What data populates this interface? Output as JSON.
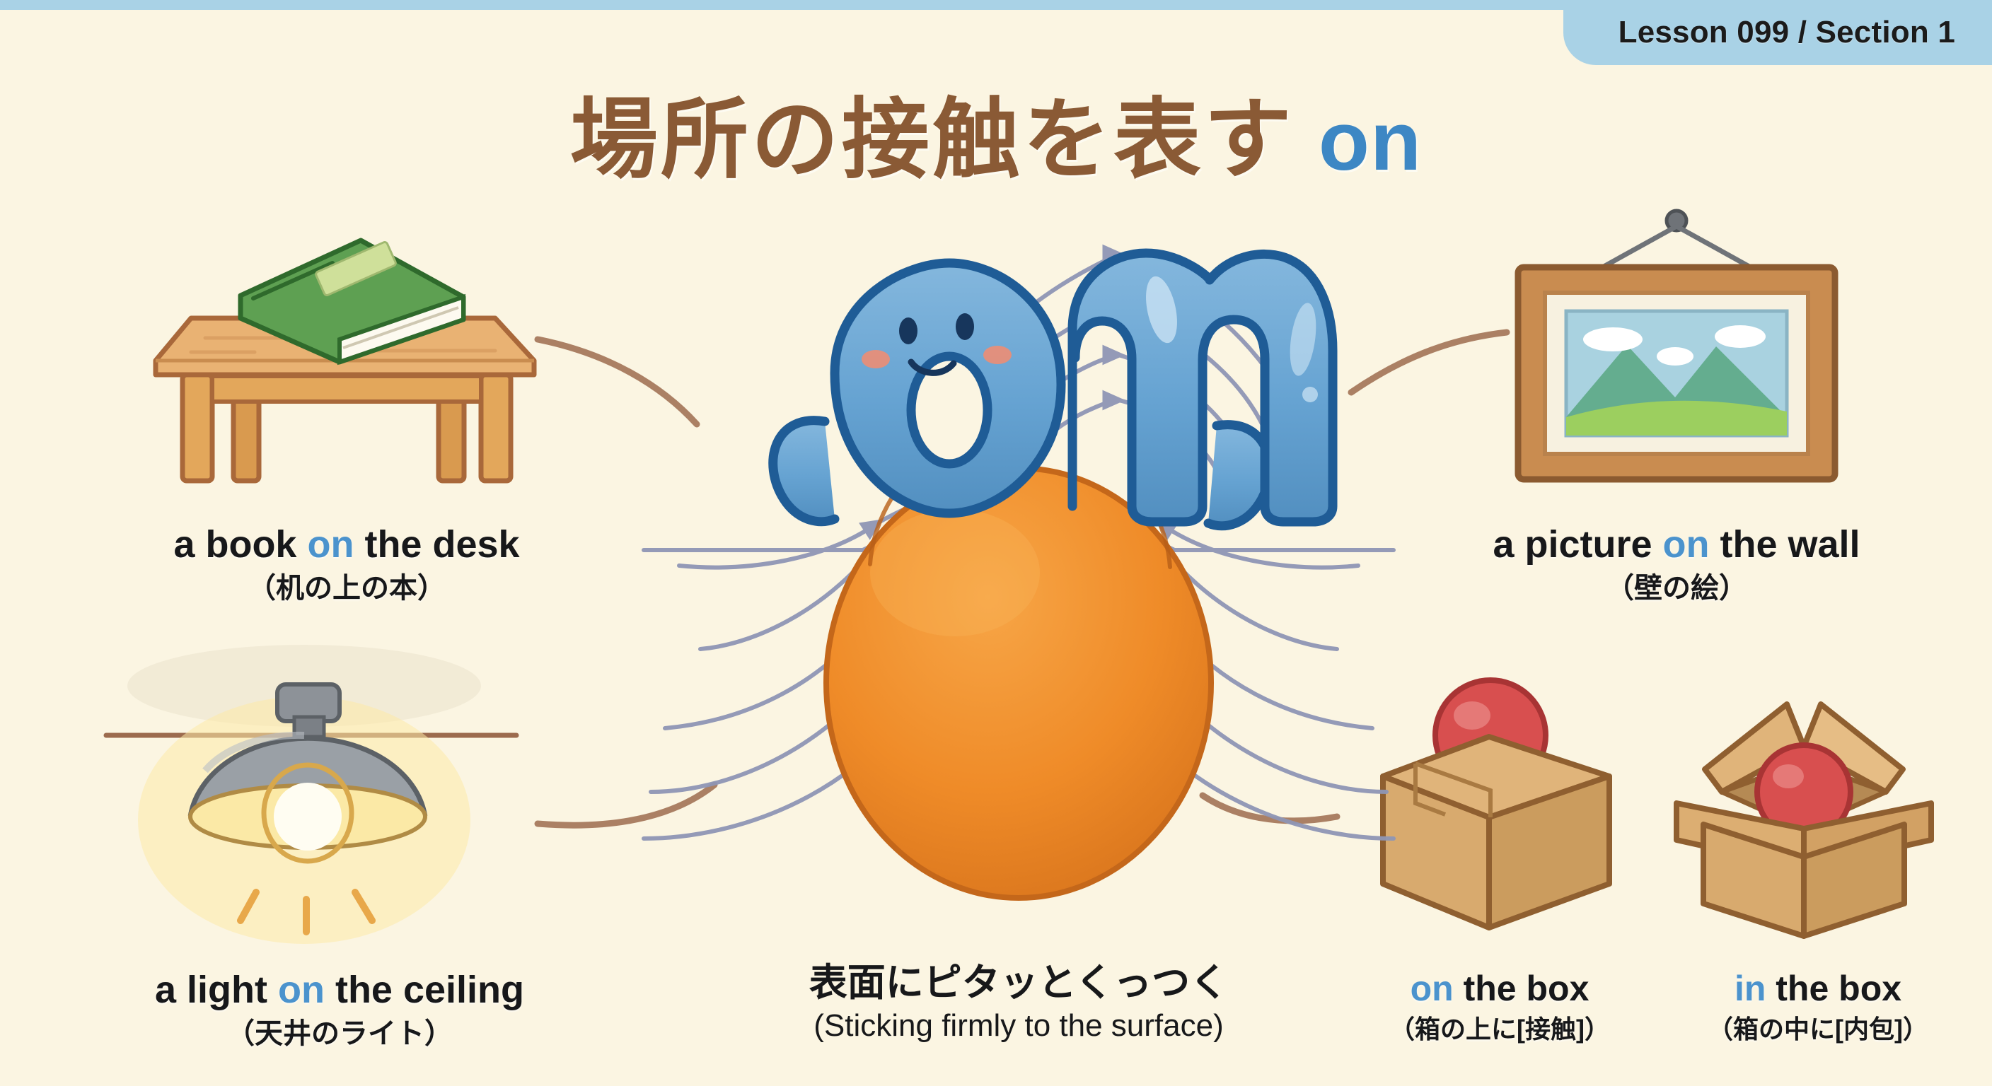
{
  "header": {
    "badge_label": "Lesson 099 / Section 1",
    "strip_color": "#a9d2e6"
  },
  "title": {
    "japanese": "場所の接触を表す",
    "english": "on",
    "jp_color": "#8a5a35",
    "en_color": "#3d87c4"
  },
  "panels": {
    "book_desk": {
      "main_pre": "a book ",
      "main_hl": "on",
      "main_post": " the desk",
      "sub": "（机の上の本）",
      "icon": "book-on-desk-illustration"
    },
    "light_ceiling": {
      "main_pre": "a light ",
      "main_hl": "on",
      "main_post": " the ceiling",
      "sub": "（天井のライト）",
      "icon": "ceiling-light-illustration"
    },
    "picture_wall": {
      "main_pre": "a picture ",
      "main_hl": "on",
      "main_post": " the wall",
      "sub": "（壁の絵）",
      "icon": "framed-picture-illustration"
    },
    "center": {
      "main": "表面にピタッとくっつく",
      "sub": "(Sticking firmly to the surface)",
      "icon": "on-mascot-on-sphere-illustration"
    },
    "on_box": {
      "main_hl": "on",
      "main_post": " the box",
      "sub": "（箱の上に[接触]）",
      "icon": "ball-on-closed-box-illustration"
    },
    "in_box": {
      "main_hl": "in",
      "main_post": " the box",
      "sub": "（箱の中に[内包]）",
      "icon": "ball-in-open-box-illustration"
    }
  },
  "colors": {
    "background": "#fbf5e2",
    "accent_blue": "#4b93cd",
    "mascot_blue": "#66a3d2",
    "mascot_outline": "#1f5c96",
    "sphere_orange": "#ef8b28",
    "connector_brown": "#9c6b4e",
    "field_line_gray": "#8f96b5",
    "desk_wood": "#e3a75b",
    "book_green": "#569a48",
    "box_cardboard": "#dfb272",
    "ball_red": "#d94f4f",
    "lamp_gray": "#8d9298",
    "lamp_glow": "#f7d86a"
  }
}
